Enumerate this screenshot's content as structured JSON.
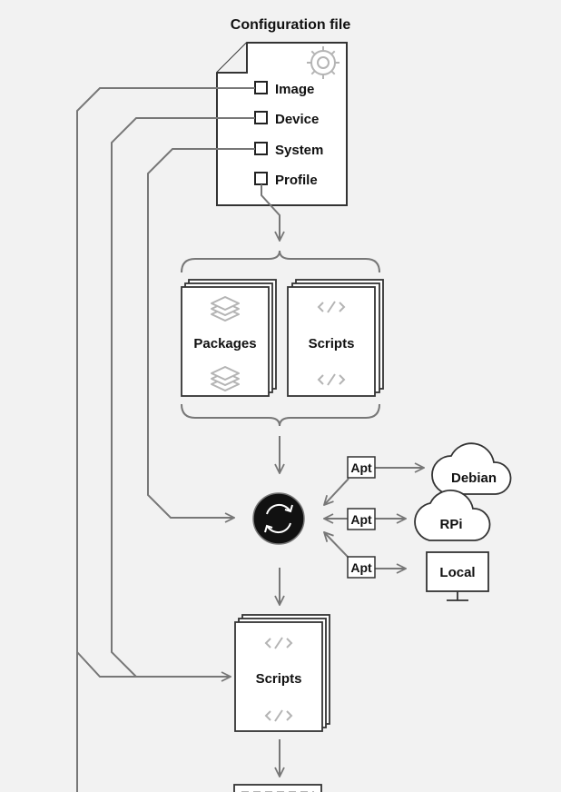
{
  "title": "Configuration file",
  "config_items": [
    "Image",
    "Device",
    "System",
    "Profile"
  ],
  "stacks": {
    "packages": "Packages",
    "scripts": "Scripts",
    "scripts_bottom": "Scripts"
  },
  "apt_label": "Apt",
  "sources": {
    "debian": "Debian",
    "rpi": "RPi",
    "local": "Local"
  },
  "icons": {
    "config_gear": "gear-icon",
    "packages": "layers-icon",
    "scripts": "code-icon",
    "sync": "sync-icon",
    "cloud": "cloud-icon",
    "monitor": "monitor-icon"
  },
  "colors": {
    "background": "#f2f2f2",
    "line": "#777777",
    "stroke": "#333333",
    "icon_gray": "#b4b4b4",
    "sync_fill": "#111111"
  }
}
